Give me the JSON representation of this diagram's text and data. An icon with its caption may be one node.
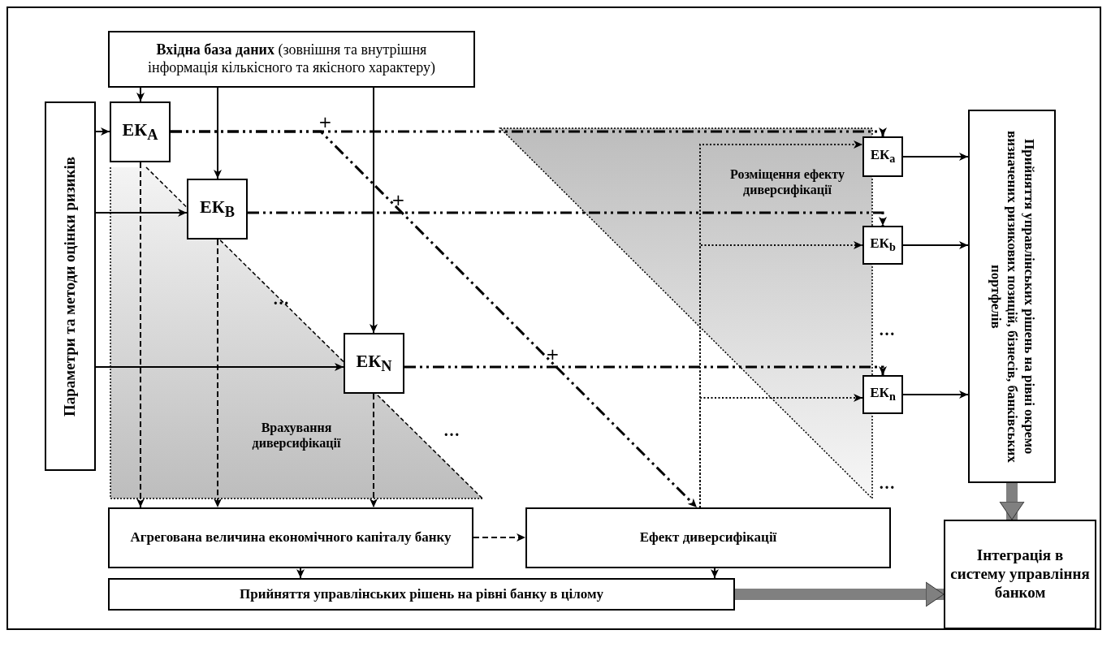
{
  "diagram": {
    "nodes": [
      {
        "text": [
          "**Вхідна база даних** (зовнішня та внутрішня інформація кількісного та якісного характеру)"
        ]
      },
      {
        "text": [
          "Параметри та методи оцінки ризиків"
        ]
      },
      {
        "text": [
          "ЕК$_{A}$"
        ]
      },
      {
        "text": [
          "ЕК$_{B}$"
        ]
      },
      {
        "text": [
          "ЕК$_{N}$"
        ]
      },
      {
        "text": [
          "ЕК$_{a}$"
        ]
      },
      {
        "text": [
          "ЕК$_{b}$"
        ]
      },
      {
        "text": [
          "ЕК$_{n}$"
        ]
      },
      {
        "text": [
          "Прийняття управлінських рішень на рівні окремо визначених ризикових позицій, бізнесів, банківських портфелів"
        ]
      },
      {
        "text": [
          "Агрегована величина економічного капіталу банку"
        ]
      },
      {
        "text": [
          "Ефект диверсифікації"
        ]
      },
      {
        "text": [
          "Прийняття управлінських рішень на рівні банку в цілому"
        ]
      },
      {
        "text": [
          "Інтеграція в систему управління банком"
        ]
      }
    ],
    "edges": [
      {
        "from": 0,
        "to": 2,
        "arrow": "to"
      },
      {
        "from": 0,
        "to": 3,
        "arrow": "to"
      },
      {
        "from": 0,
        "to": 4,
        "arrow": "to"
      },
      {
        "from": 1,
        "to": 2,
        "arrow": "to"
      },
      {
        "from": 1,
        "to": 3,
        "arrow": "to"
      },
      {
        "from": 1,
        "to": 4,
        "arrow": "to"
      },
      {
        "from": 2,
        "to": 9,
        "arrow": "to",
        "style": "dashed"
      },
      {
        "from": 3,
        "to": 9,
        "arrow": "to",
        "style": "dashed"
      },
      {
        "from": 4,
        "to": 9,
        "arrow": "to",
        "style": "dashed"
      },
      {
        "from": 2,
        "to": 5,
        "arrow": "to",
        "style": "dashed"
      },
      {
        "from": 3,
        "to": 6,
        "arrow": "to",
        "style": "dashed"
      },
      {
        "from": 4,
        "to": 7,
        "arrow": "to",
        "style": "dashed"
      },
      {
        "from": 2,
        "to": 10,
        "arrow": "to",
        "style": "dashed"
      },
      {
        "from": 10,
        "to": 5,
        "arrow": "to",
        "style": "dashed"
      },
      {
        "from": 10,
        "to": 6,
        "arrow": "to",
        "style": "dashed"
      },
      {
        "from": 10,
        "to": 7,
        "arrow": "to",
        "style": "dashed"
      },
      {
        "from": 5,
        "to": 8,
        "arrow": "to"
      },
      {
        "from": 6,
        "to": 8,
        "arrow": "to"
      },
      {
        "from": 7,
        "to": 8,
        "arrow": "to"
      },
      {
        "from": 9,
        "to": 10,
        "arrow": "to",
        "style": "dashed"
      },
      {
        "from": 9,
        "to": 11,
        "arrow": "to"
      },
      {
        "from": 10,
        "to": 11,
        "arrow": "to"
      },
      {
        "from": 8,
        "to": 12,
        "arrow": "to",
        "style": "thick",
        "color": "#808080"
      },
      {
        "from": 11,
        "to": 12,
        "arrow": "to",
        "style": "thick",
        "color": "#808080"
      }
    ],
    "labels": [
      "+",
      "Розміщення ефекту диверсифікації",
      "+",
      "…",
      "…",
      "+",
      "Врахування диверсифікації",
      "…",
      "…"
    ]
  }
}
